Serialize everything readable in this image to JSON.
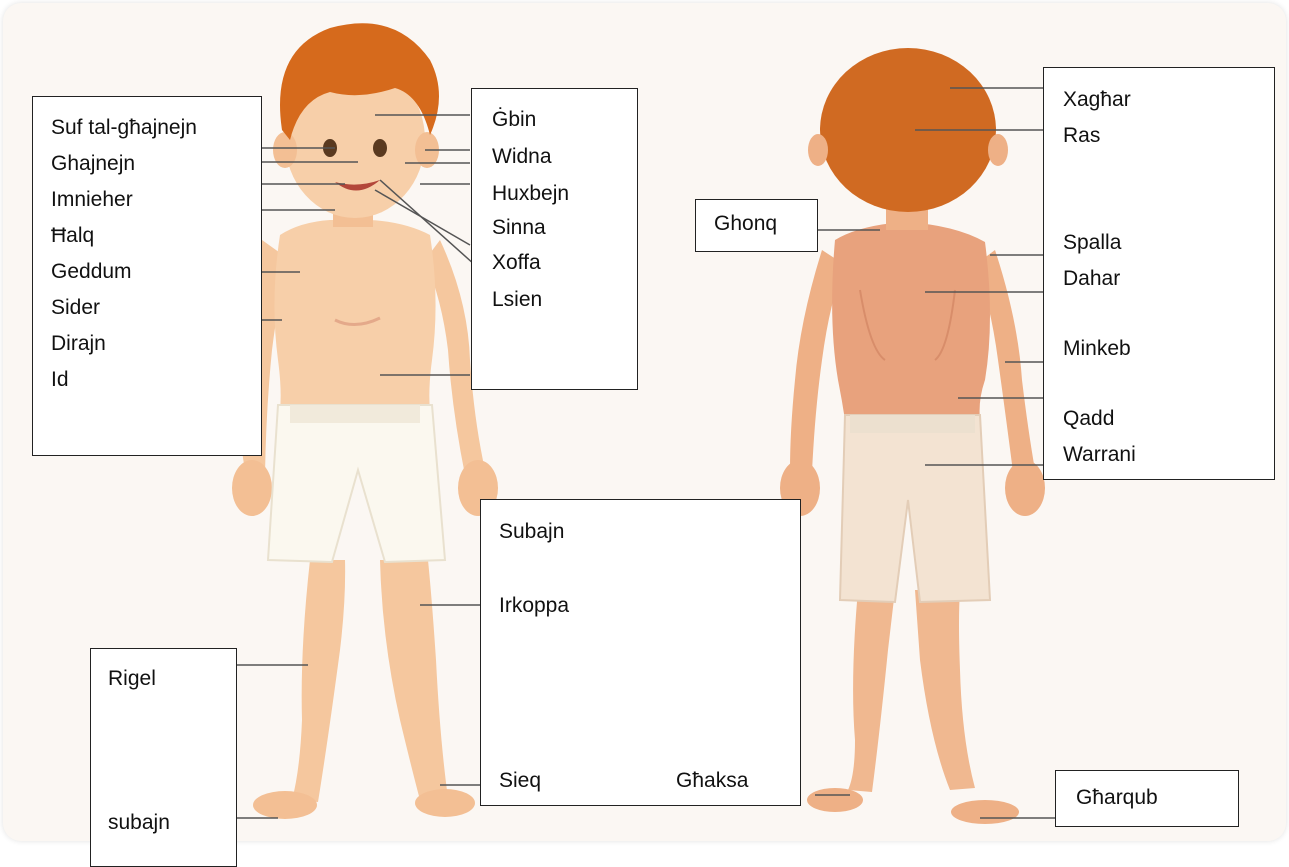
{
  "colors": {
    "hair": "#d66a1c",
    "skin": "#f5c79e",
    "back_skin": "#e8a27d",
    "shorts": "#fbf8ef",
    "leader": "#555555"
  },
  "front_left_box": {
    "labels": [
      "Suf tal-għajnejn",
      "Ghajnejn",
      "Imnieher",
      "Ħalq",
      "Geddum",
      "Sider",
      "Dirajn",
      "Id"
    ]
  },
  "front_right_box": {
    "labels": [
      "Ġbin",
      "Widna",
      "Huxbejn",
      "Sinna",
      "Xoffa",
      "Lsien"
    ]
  },
  "legs_box": {
    "subajn": "Subajn",
    "irkoppa": "Irkoppa",
    "sieq": "Sieq",
    "ghaksa": "Għaksa"
  },
  "rigel_box": {
    "rigel": "Rigel",
    "subajn": "subajn"
  },
  "ghonq_box": {
    "label": "Ghonq"
  },
  "back_box": {
    "labels": [
      "Xagħar",
      "Ras",
      "Spalla",
      "Dahar",
      "Minkeb",
      "Qadd",
      "Warrani"
    ]
  },
  "gharqub_box": {
    "label": "Għarqub"
  }
}
